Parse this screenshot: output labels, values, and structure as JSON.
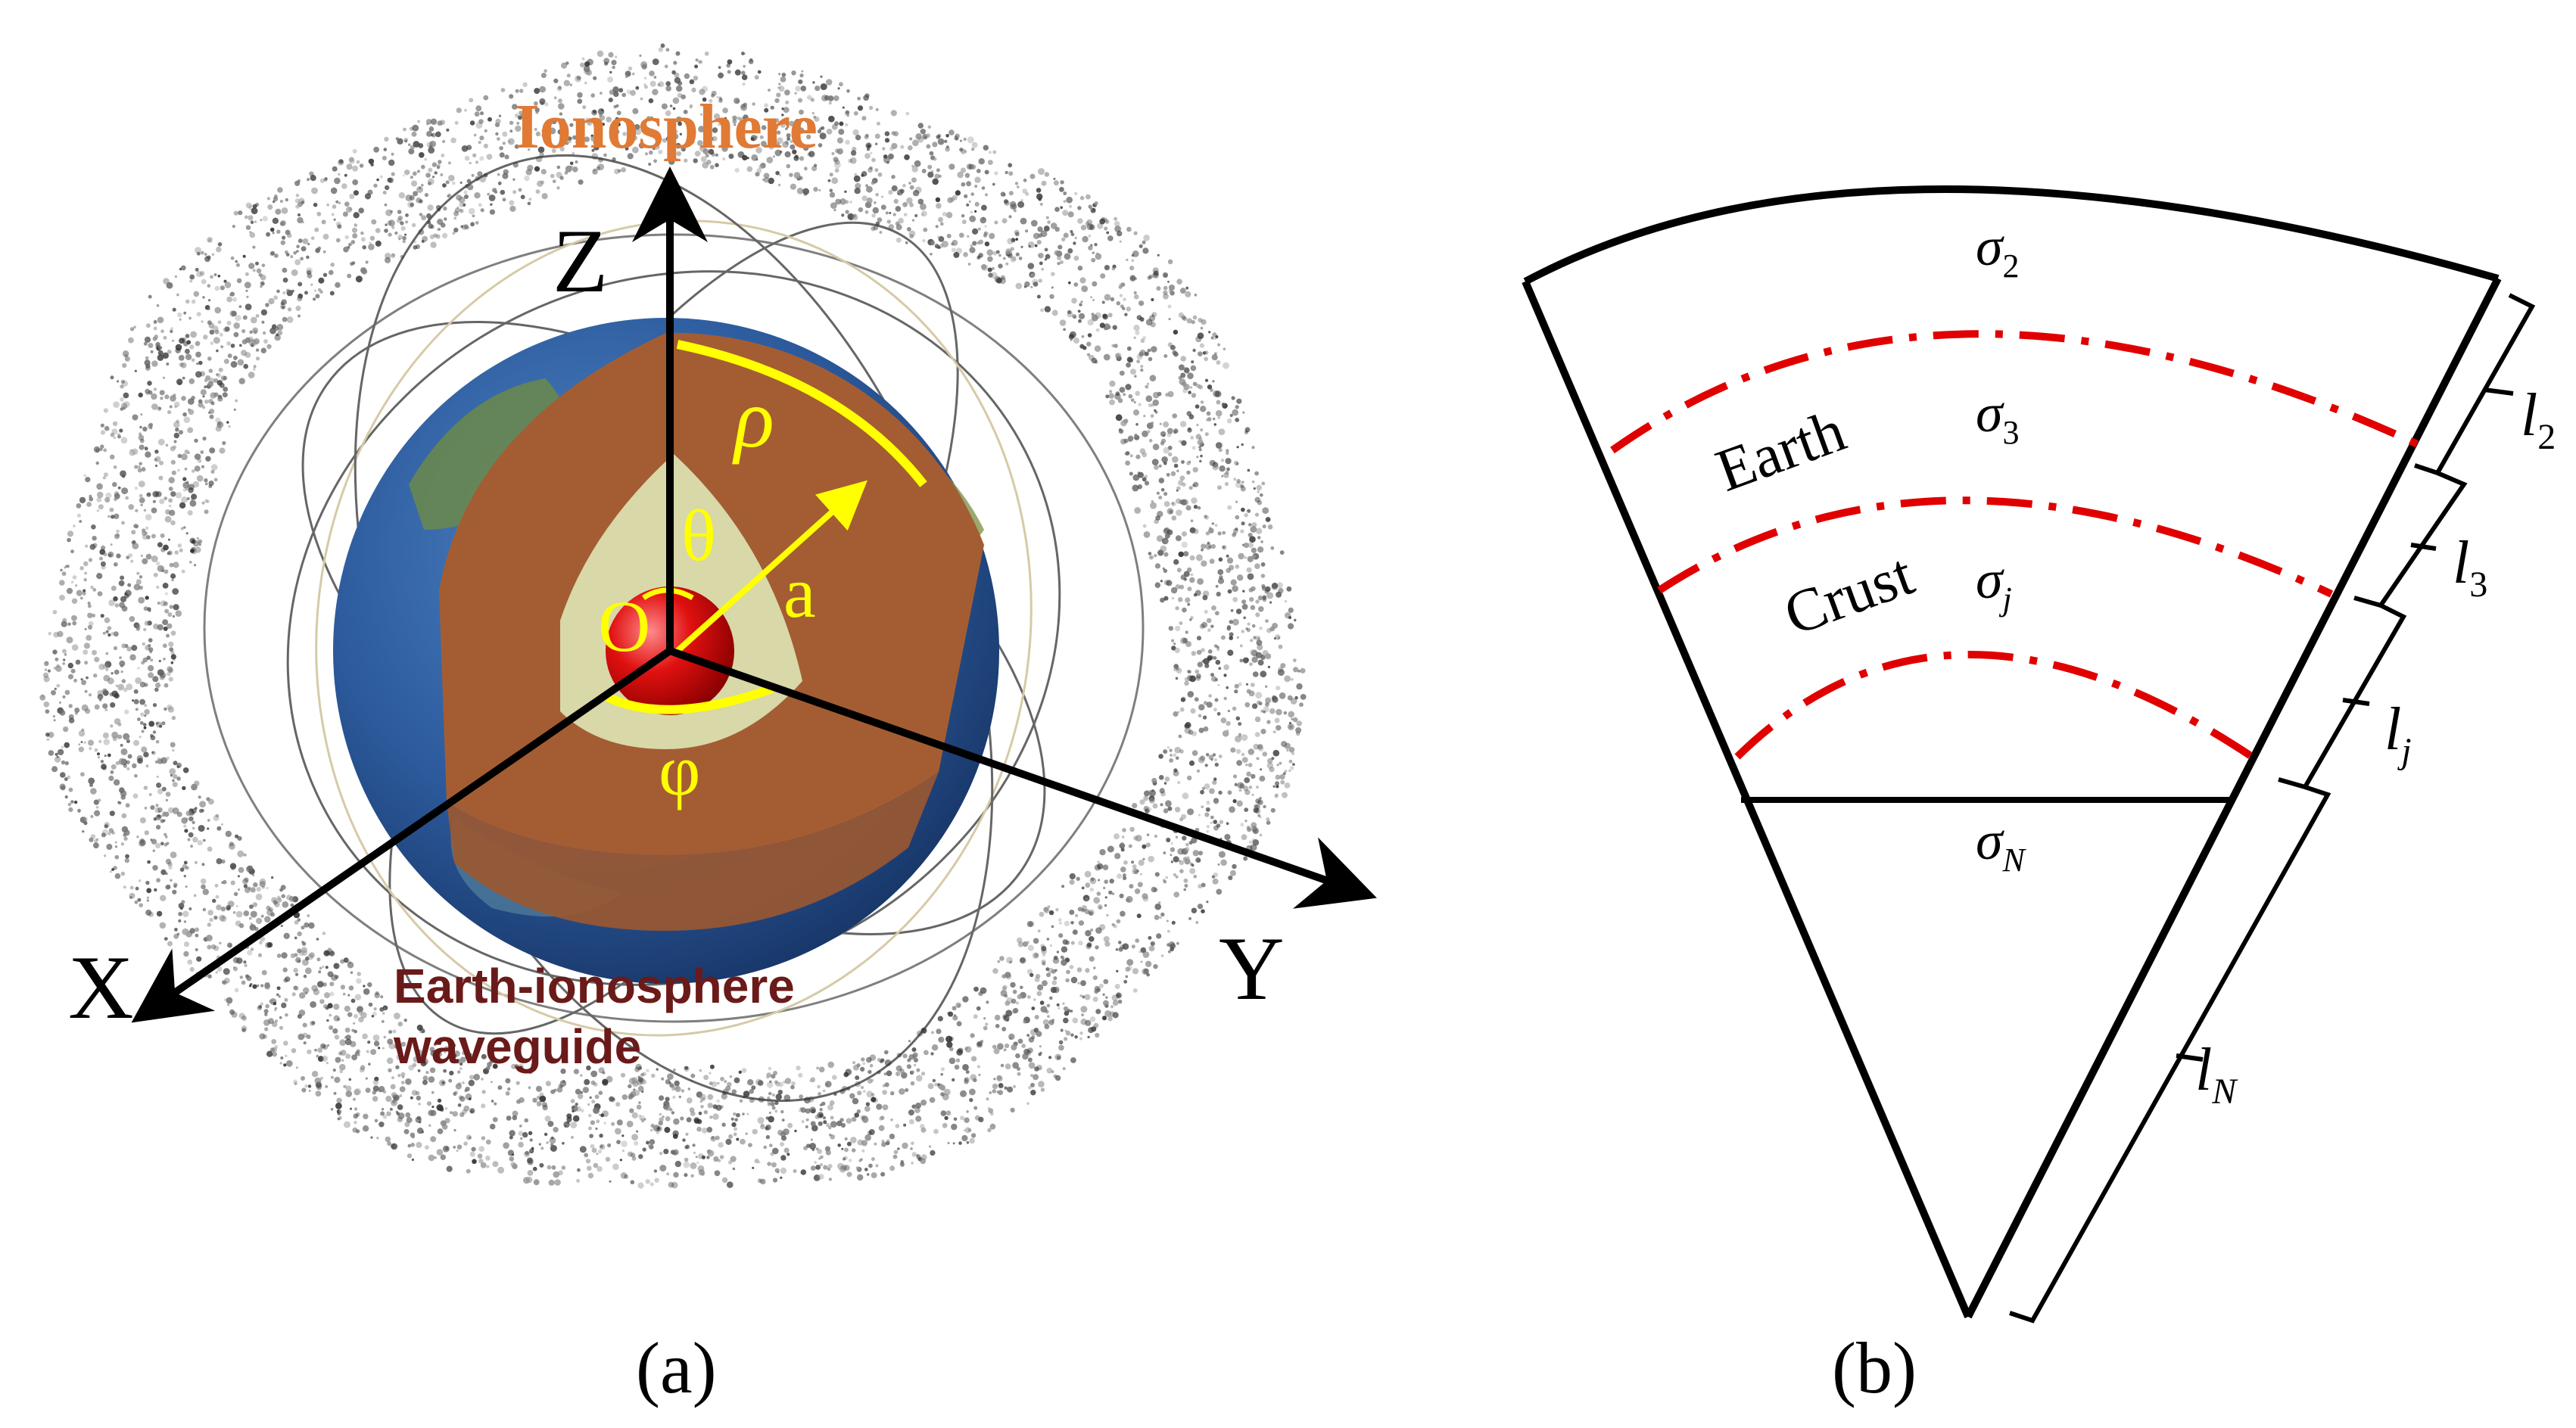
{
  "panel_a": {
    "ionosphere_label": "Ionosphere",
    "waveguide_label_line1": "Earth-ionosphere",
    "waveguide_label_line2": "waveguide",
    "axis_z": "Z",
    "axis_x": "X",
    "axis_y": "Y",
    "rho": "ρ",
    "theta": "θ",
    "origin": "O",
    "radius": "a",
    "phi": "φ",
    "caption": "(a)",
    "colors": {
      "ionosphere_text": "#e07a35",
      "waveguide_text": "#6b1a1a",
      "annotation": "#ffff00",
      "crust": "#a45d33",
      "inner_layer": "#d8d8a8",
      "core": "#e01010",
      "ocean": "#2e5aa0"
    }
  },
  "panel_b": {
    "sigma_2": "σ",
    "sigma_2_sub": "2",
    "sigma_3": "σ",
    "sigma_3_sub": "3",
    "sigma_j": "σ",
    "sigma_j_sub": "j",
    "sigma_N": "σ",
    "sigma_N_sub": "N",
    "earth_label": "Earth",
    "crust_label": "Crust",
    "l_2": "l",
    "l_2_sub": "2",
    "l_3": "l",
    "l_3_sub": "3",
    "l_j": "l",
    "l_j_sub": "j",
    "l_N": "l",
    "l_N_sub": "N",
    "caption": "(b)",
    "colors": {
      "outline": "#000000",
      "layer_boundary": "#e00000"
    }
  }
}
